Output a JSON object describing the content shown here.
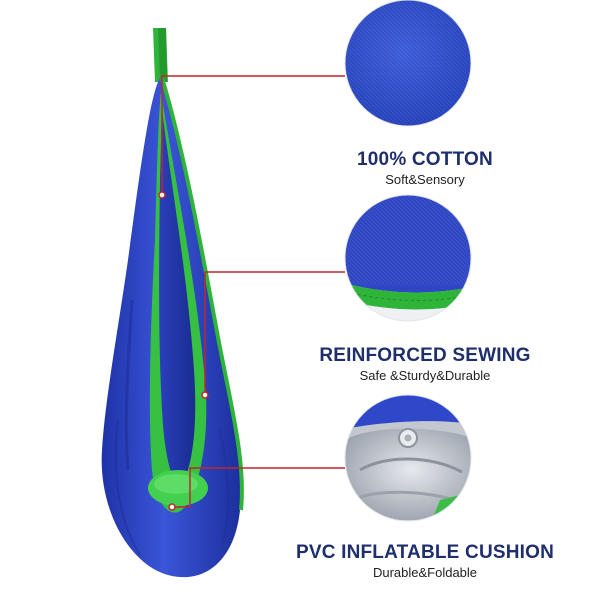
{
  "colors": {
    "title_text": "#1f2f6e",
    "leader_line": "#c0272d",
    "fabric_blue": "#2f47c9",
    "trim_green": "#2fb43a"
  },
  "features": [
    {
      "title": "100% COTTON",
      "subtitle": "Soft&Sensory",
      "image": "blue-cotton-fabric-closeup"
    },
    {
      "title": "REINFORCED SEWING",
      "subtitle": "Safe &Sturdy&Durable",
      "image": "green-seam-stitching-closeup"
    },
    {
      "title": "PVC INFLATABLE CUSHION",
      "subtitle": "Durable&Foldable",
      "image": "inflatable-cushion-valve-closeup"
    }
  ],
  "product": {
    "image": "blue-green-hanging-pod-swing"
  }
}
